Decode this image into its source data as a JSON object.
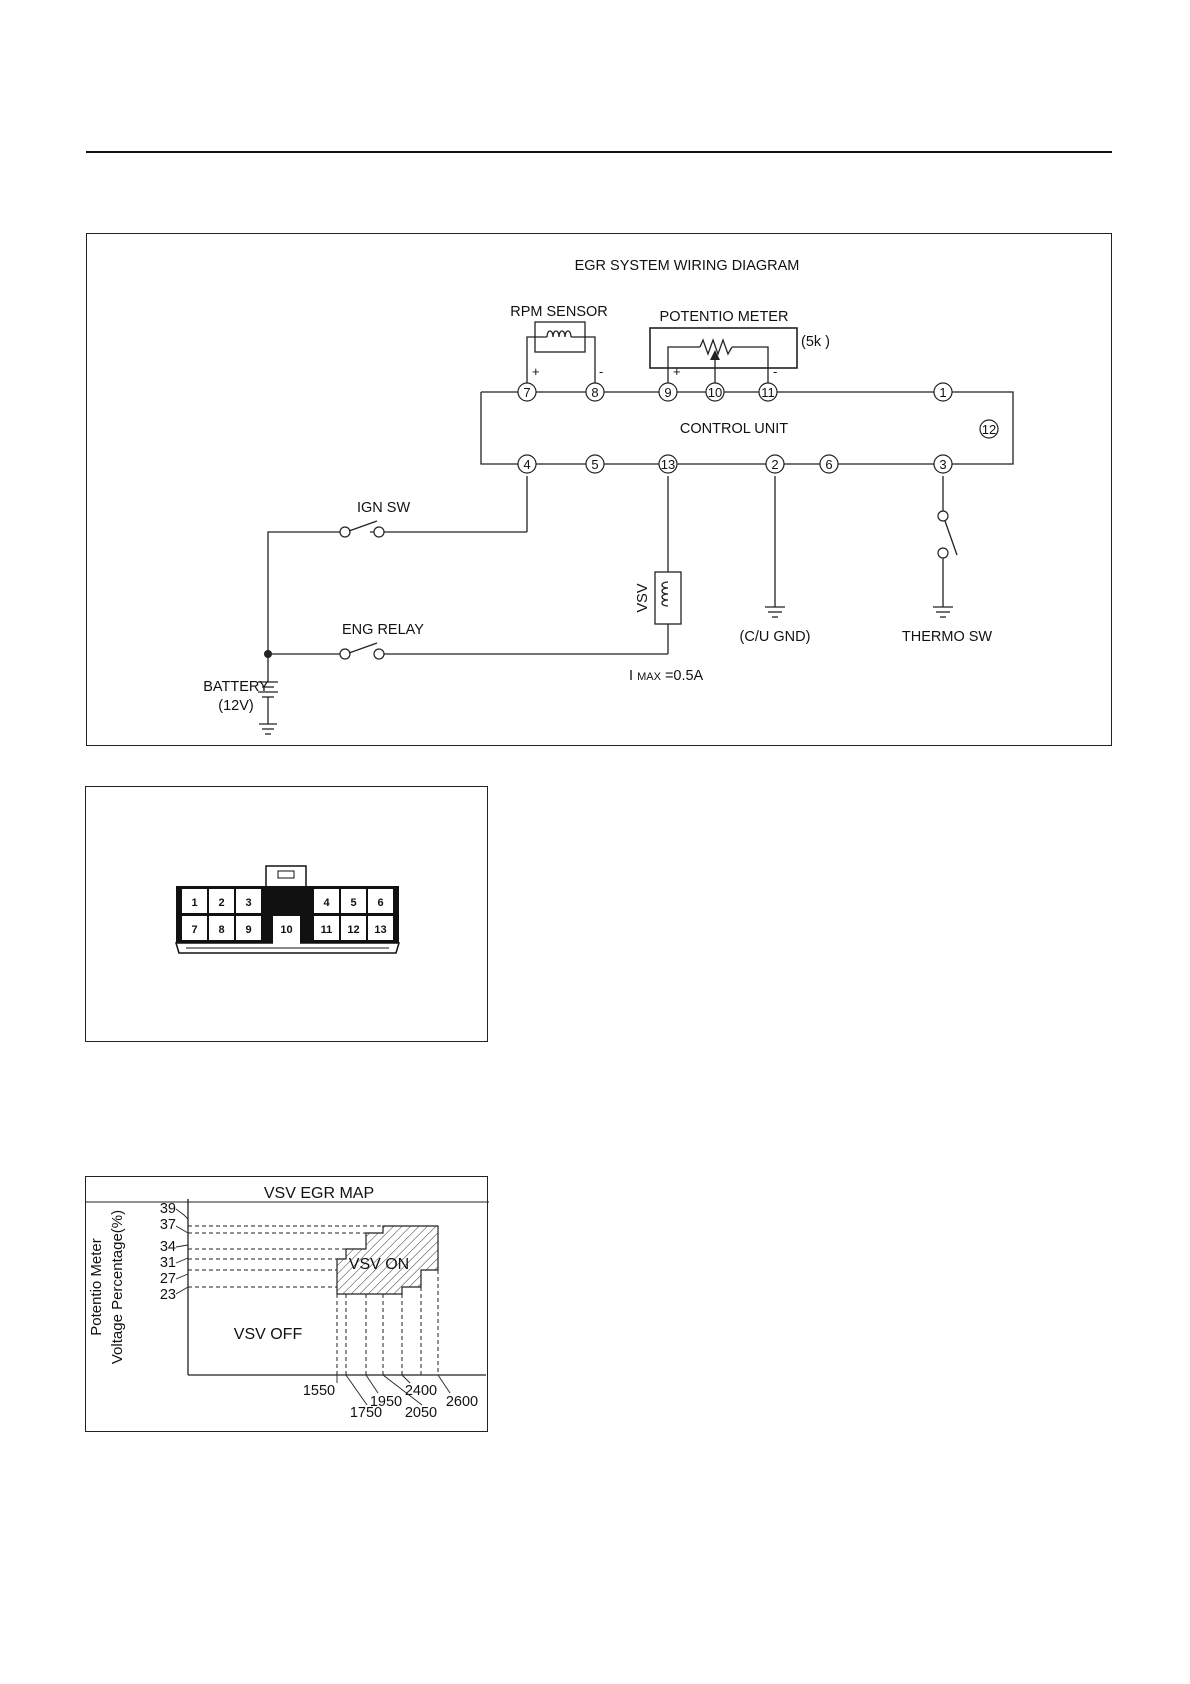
{
  "wiring": {
    "title": "EGR SYSTEM WIRING DIAGRAM",
    "rpm_sensor": "RPM SENSOR",
    "potentio_meter": "POTENTIO METER",
    "pm_value": "(5k )",
    "control_unit": "CONTROL UNIT",
    "ign_sw": "IGN SW",
    "eng_relay": "ENG RELAY",
    "battery": "BATTERY",
    "battery_v": "(12V)",
    "vsv": "VSV",
    "cu_gnd": "(C/U GND)",
    "thermo_sw": "THERMO SW",
    "imax_i": "I",
    "imax_sub": "MAX",
    "imax_val": "=0.5A",
    "plus": "+",
    "minus": "-",
    "nodes": {
      "n1": "1",
      "n2": "2",
      "n3": "3",
      "n4": "4",
      "n5": "5",
      "n6": "6",
      "n7": "7",
      "n8": "8",
      "n9": "9",
      "n10": "10",
      "n11": "11",
      "n12": "12",
      "n13": "13"
    }
  },
  "connector": {
    "top": [
      "1",
      "2",
      "3",
      "4",
      "5",
      "6"
    ],
    "bottom": [
      "7",
      "8",
      "9",
      "10",
      "11",
      "12",
      "13"
    ]
  },
  "map": {
    "title": "VSV EGR MAP",
    "ylabel1": "Potentio Meter",
    "ylabel2": "Voltage Percentage(%)",
    "on": "VSV ON",
    "off": "VSV OFF",
    "yticks": [
      "39",
      "37",
      "34",
      "31",
      "27",
      "23"
    ],
    "xticks": [
      "1550",
      "1750",
      "1950",
      "2050",
      "2400",
      "2600"
    ]
  }
}
